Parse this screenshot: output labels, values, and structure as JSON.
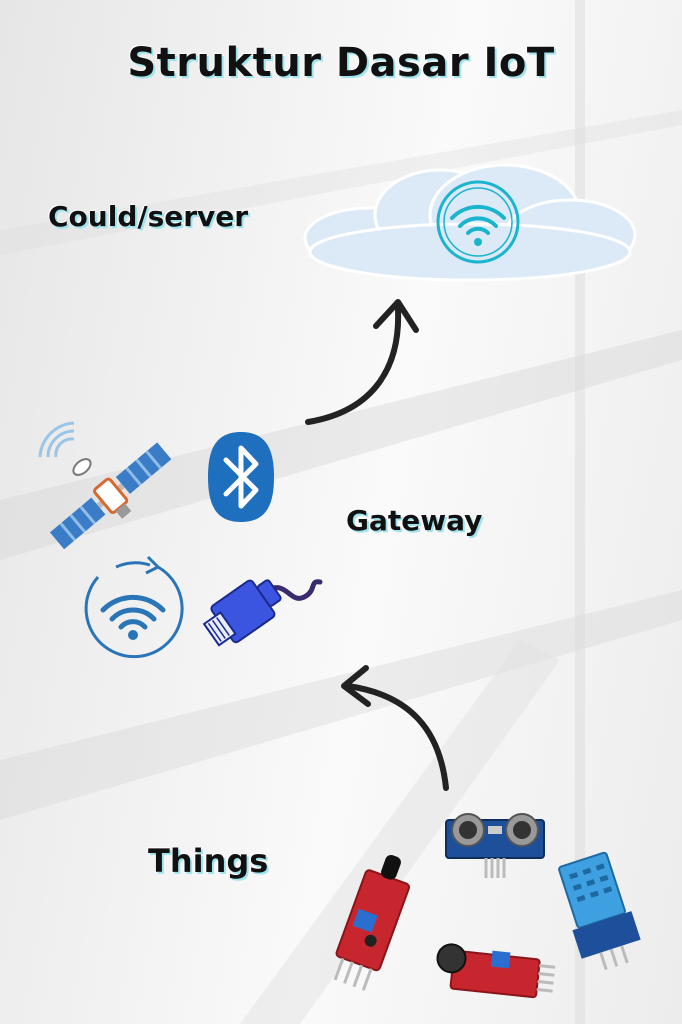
{
  "title": "Struktur Dasar IoT",
  "layers": {
    "cloud": {
      "label": "Could/server"
    },
    "gateway": {
      "label": "Gateway"
    },
    "things": {
      "label": "Things"
    }
  },
  "colors": {
    "text": "#111111",
    "text_outline": "#9fe3ec",
    "cloud_fill": "#dceaf7",
    "wifi_cyan": "#1ab4cf",
    "satellite_blue": "#3b7cc7",
    "bluetooth_blue": "#1f6fbf",
    "wifi_ring_blue": "#2a74b8",
    "ethernet_blue": "#3c55e0",
    "sensor_red": "#c8262e",
    "sensor_blue": "#1d4f9a",
    "arrow": "#222222"
  },
  "icons": {
    "cloud": "cloud-icon",
    "gateway": [
      "satellite-icon",
      "bluetooth-icon",
      "wifi-rotate-icon",
      "ethernet-plug-icon"
    ],
    "things": [
      "flame-sensor-icon",
      "ultrasonic-sensor-icon",
      "dht11-sensor-icon",
      "sound-sensor-icon"
    ]
  }
}
